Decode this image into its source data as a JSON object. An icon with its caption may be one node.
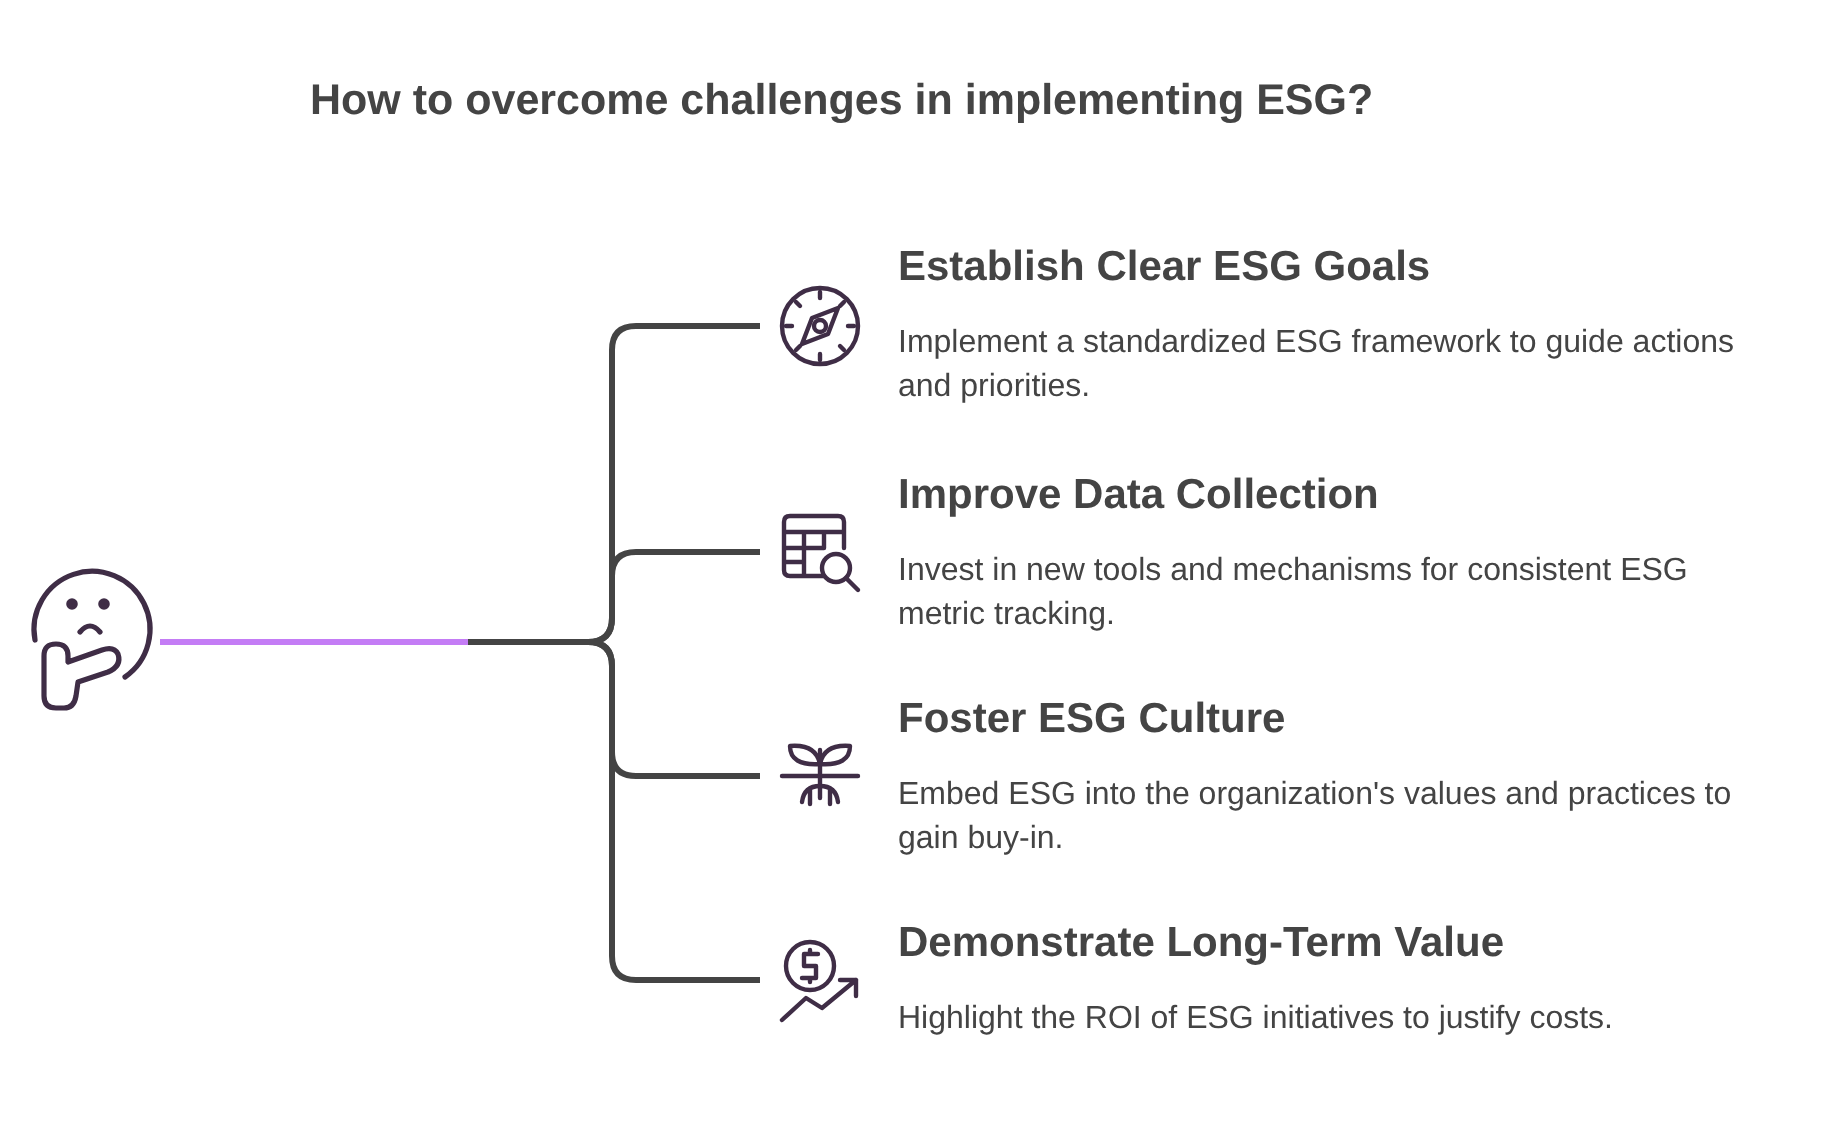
{
  "diagram": {
    "title": "How to overcome challenges in implementing ESG?",
    "nodes": [
      {
        "text": [],
        "shape": "picture"
      },
      {
        "text": [
          "Establish Clear ESG Goals",
          "Implement a standardized ESG framework to guide actions and priorities."
        ]
      },
      {
        "text": [
          "Improve Data Collection",
          "Invest in new tools and mechanisms for consistent ESG metric tracking."
        ]
      },
      {
        "text": [
          "Foster ESG Culture",
          "Embed ESG into the organization's values and practices to gain buy-in."
        ]
      },
      {
        "text": [
          "Demonstrate Long-Term Value",
          "Highlight the ROI of ESG initiatives to justify costs."
        ]
      }
    ],
    "edges": [
      {
        "from": 0,
        "to": 1,
        "arrow": "none"
      },
      {
        "from": 0,
        "to": 2,
        "arrow": "none"
      },
      {
        "from": 0,
        "to": 3,
        "arrow": "none"
      },
      {
        "from": 0,
        "to": 4,
        "arrow": "none"
      }
    ]
  }
}
